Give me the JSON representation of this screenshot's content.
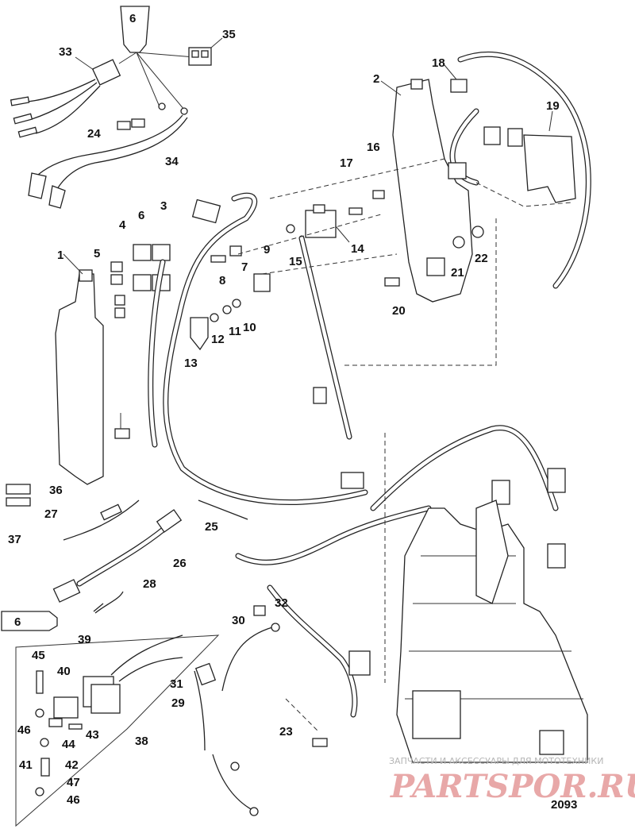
{
  "callouts": [
    "1",
    "2",
    "3",
    "4",
    "5",
    "6",
    "7",
    "8",
    "9",
    "10",
    "11",
    "12",
    "13",
    "14",
    "15",
    "16",
    "17",
    "18",
    "19",
    "20",
    "21",
    "22",
    "23",
    "24",
    "25",
    "26",
    "27",
    "28",
    "29",
    "30",
    "31",
    "32",
    "33",
    "34",
    "35",
    "36",
    "37",
    "38",
    "39",
    "40",
    "41",
    "42",
    "43",
    "44",
    "45",
    "46",
    "46",
    "47"
  ],
  "tubes": [
    "6",
    "6"
  ],
  "watermark": {
    "tagline": "ЗАПЧАСТИ И АКСЕССУАРЫ ДЛЯ МОТОТЕХНИКИ",
    "logo": "PARTSPOR.RU"
  },
  "reference_number": "2093"
}
